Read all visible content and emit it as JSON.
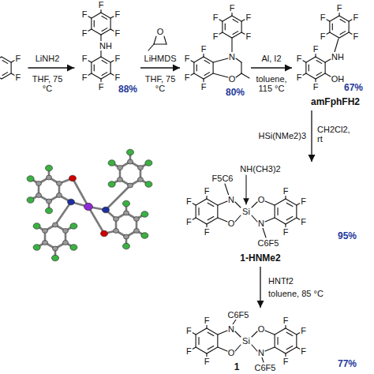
{
  "diagram": {
    "nodes": [
      {
        "text": [
          "88%"
        ]
      },
      {
        "text": [
          "80%"
        ]
      },
      {
        "text": [
          "67%",
          "amFphFH2"
        ]
      },
      {
        "text": [
          "95%",
          "1-HNMe2"
        ]
      },
      {
        "text": [
          "77%",
          "1"
        ]
      }
    ],
    "edges": [
      {
        "from": 0,
        "to": 1,
        "arrow": "to"
      },
      {
        "from": 1,
        "to": 2,
        "arrow": "to"
      },
      {
        "from": 2,
        "to": 3,
        "arrow": "to"
      },
      {
        "from": 3,
        "to": 4,
        "arrow": "to"
      }
    ],
    "labels": [
      "LiNH2",
      "THF, 75 °C",
      "LiHMDS",
      "O",
      "THF, 75 °C",
      "Al, I2",
      "toluene, 115 °C",
      "HSi(NMe2)3",
      "CH2Cl2, rt",
      "HNTf2",
      "toluene, 85 °C",
      "NH",
      "N",
      "O",
      "NH",
      "OH",
      "NH(CH3)2",
      "F5C6",
      "N",
      "O",
      "Si",
      "O",
      "N",
      "C6F5",
      "C6F5",
      "N",
      "O",
      "Si",
      "O",
      "N",
      "C6F5",
      "F",
      "F",
      "F",
      "F",
      "F",
      "F",
      "F",
      "F",
      "F",
      "F",
      "F",
      "F",
      "F",
      "F",
      "F",
      "F",
      "F",
      "F",
      "F",
      "F",
      "F",
      "F",
      "F",
      "F",
      "F",
      "F",
      "F",
      "F",
      "F",
      "F",
      "F",
      "F",
      "F",
      "F",
      "F",
      "F",
      "F",
      "F",
      "F",
      "F",
      "F",
      "F",
      "F",
      "F",
      "F",
      "F"
    ]
  }
}
